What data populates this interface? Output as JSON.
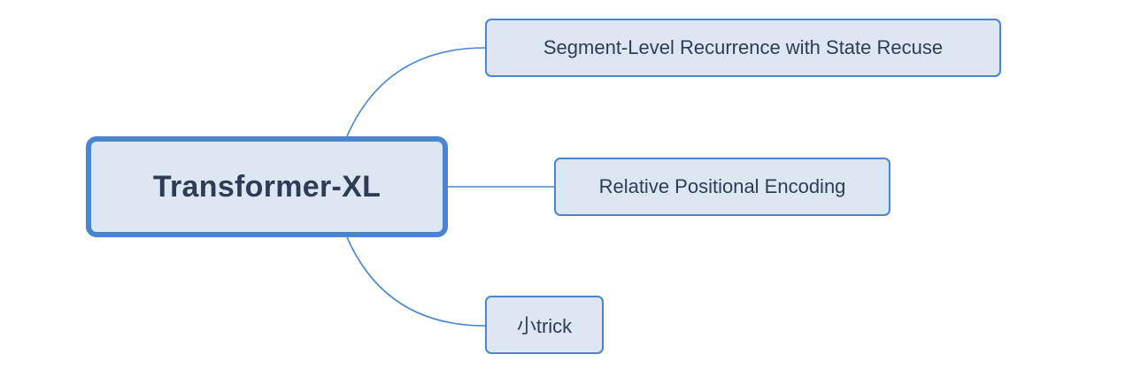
{
  "colors": {
    "node_fill": "#dde6f3",
    "node_border": "#4a86cf",
    "connector": "#4a86cf",
    "text": "#2f3c55",
    "background": "#ffffff"
  },
  "mindmap": {
    "root": {
      "label": "Transformer-XL"
    },
    "branches": [
      {
        "label": "Segment-Level Recurrence with State Recuse"
      },
      {
        "label": "Relative Positional Encoding"
      },
      {
        "label": "小trick"
      }
    ]
  }
}
